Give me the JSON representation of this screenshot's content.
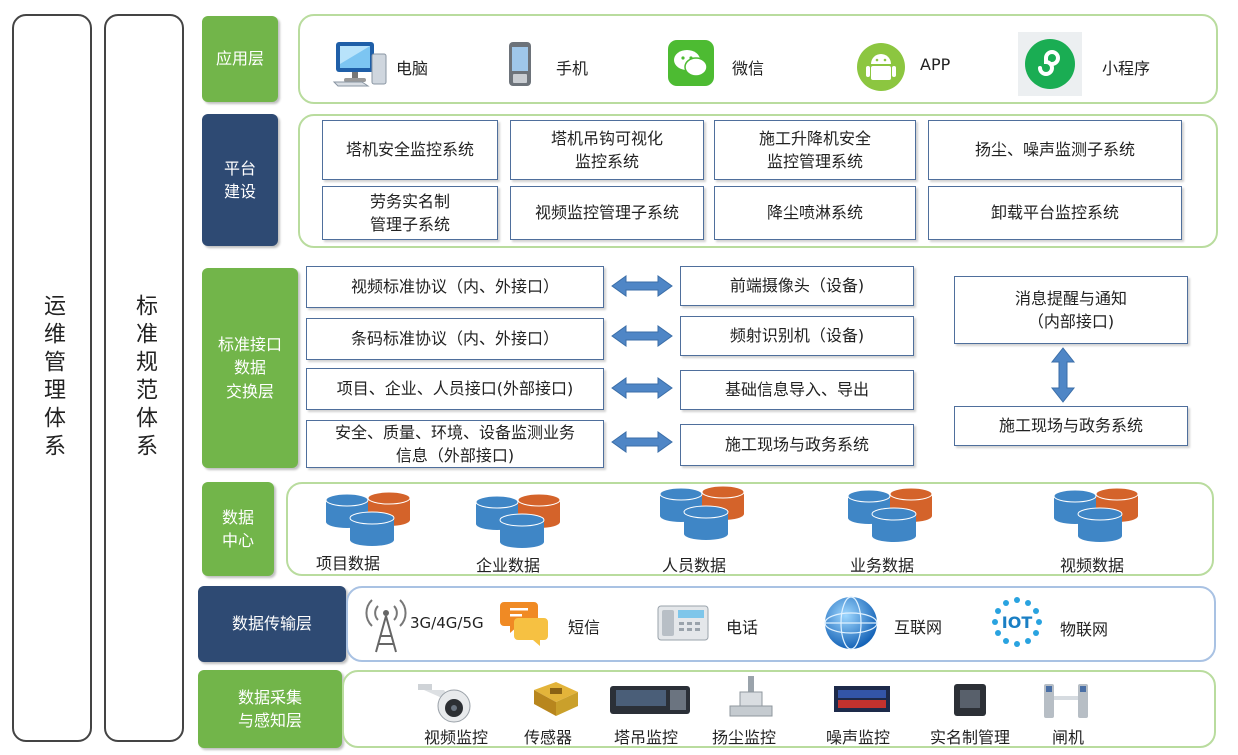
{
  "side": {
    "ops": "运维管理体系",
    "std": "标准规范体系"
  },
  "layers": {
    "app": "应用层",
    "platform": "平台\n建设",
    "interface": "标准接口\n数据\n交换层",
    "datacenter": "数据\n中心",
    "transport": "数据传输层",
    "collect": "数据采集\n与感知层"
  },
  "app_items": [
    {
      "label": "电脑",
      "icon": "computer-icon"
    },
    {
      "label": "手机",
      "icon": "phone-icon"
    },
    {
      "label": "微信",
      "icon": "wechat-icon"
    },
    {
      "label": "APP",
      "icon": "android-icon"
    },
    {
      "label": "小程序",
      "icon": "miniprogram-icon"
    }
  ],
  "platform_systems": [
    "塔机安全监控系统",
    "塔机吊钩可视化\n监控系统",
    "施工升降机安全\n监控管理系统",
    "扬尘、噪声监测子系统",
    "劳务实名制\n管理子系统",
    "视频监控管理子系统",
    "降尘喷淋系统",
    "卸载平台监控系统"
  ],
  "interface_left": [
    "视频标准协议（内、外接口）",
    "条码标准协议（内、外接口）",
    "项目、企业、人员接口(外部接口)",
    "安全、质量、环境、设备监测业务\n信息（外部接口)"
  ],
  "interface_mid": [
    "前端摄像头（设备)",
    "频射识别机（设备)",
    "基础信息导入、导出",
    "施工现场与政务系统"
  ],
  "interface_right": [
    "消息提醒与通知\n（内部接口)",
    "施工现场与政务系统"
  ],
  "datacenter_items": [
    "项目数据",
    "企业数据",
    "人员数据",
    "业务数据",
    "视频数据"
  ],
  "transport_items": [
    {
      "label": "3G/4G/5G",
      "icon": "antenna-icon"
    },
    {
      "label": "短信",
      "icon": "sms-icon"
    },
    {
      "label": "电话",
      "icon": "telephone-icon"
    },
    {
      "label": "互联网",
      "icon": "globe-icon"
    },
    {
      "label": "物联网",
      "icon": "iot-icon"
    }
  ],
  "collect_items": [
    {
      "label": "视频监控",
      "icon": "dome-camera-icon"
    },
    {
      "label": "传感器",
      "icon": "sensor-icon"
    },
    {
      "label": "塔吊监控",
      "icon": "tower-monitor-icon"
    },
    {
      "label": "扬尘监控",
      "icon": "dust-monitor-icon"
    },
    {
      "label": "噪声监控",
      "icon": "noise-monitor-icon"
    },
    {
      "label": "实名制管理",
      "icon": "realname-terminal-icon"
    },
    {
      "label": "闸机",
      "icon": "turnstile-icon"
    }
  ],
  "colors": {
    "green": "#72b54a",
    "navy": "#2e4a73",
    "db_blue": "#3f86c6",
    "db_orange": "#d4632a"
  }
}
